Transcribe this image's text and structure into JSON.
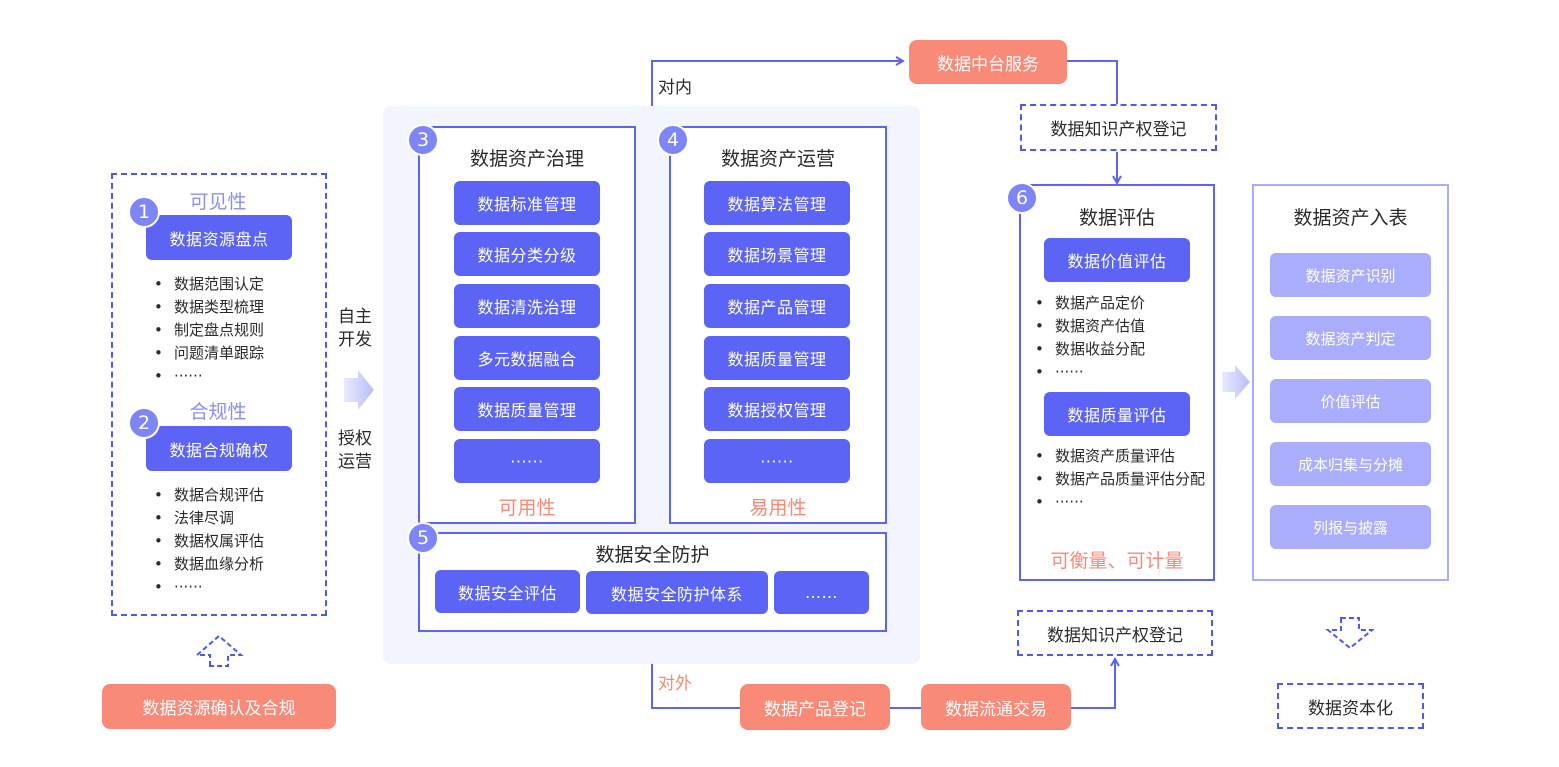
{
  "colors": {
    "primary": "#5b64f5",
    "primary_light": "#a9adfb",
    "accent_orange": "#fa8a78",
    "badge": "#7d85f7",
    "panel_bg": "#f3f5fe"
  },
  "stage1": {
    "section_visibility": {
      "badge": "1",
      "label": "可见性",
      "button": "数据资源盘点",
      "bullets": [
        "数据范围认定",
        "数据类型梳理",
        "制定盘点规则",
        "问题清单跟踪",
        "······"
      ]
    },
    "section_compliance": {
      "badge": "2",
      "label": "合规性",
      "button": "数据合规确权",
      "bullets": [
        "数据合规评估",
        "法律尽调",
        "数据权属评估",
        "数据血缘分析",
        "······"
      ]
    },
    "footer_button": "数据资源确认及合规"
  },
  "connector_left": {
    "top_text": "自主开发",
    "top_line1": "自主",
    "top_line2": "开发",
    "bottom_line1": "授权",
    "bottom_line2": "运营"
  },
  "governance": {
    "badge": "3",
    "title": "数据资产治理",
    "items": [
      "数据标准管理",
      "数据分类分级",
      "数据清洗治理",
      "多元数据融合",
      "数据质量管理",
      "······"
    ],
    "property": "可用性"
  },
  "operation": {
    "badge": "4",
    "title": "数据资产运营",
    "items": [
      "数据算法管理",
      "数据场景管理",
      "数据产品管理",
      "数据质量管理",
      "数据授权管理",
      "······"
    ],
    "property": "易用性"
  },
  "security": {
    "badge": "5",
    "title": "数据安全防护",
    "items": [
      "数据安全评估",
      "数据安全防护体系",
      "……"
    ]
  },
  "flow_top": {
    "label": "对内",
    "service": "数据中台服务",
    "ip_registration": "数据知识产权登记"
  },
  "flow_bottom": {
    "label": "对外",
    "product_registration": "数据产品登记",
    "circulation": "数据流通交易",
    "ip_registration": "数据知识产权登记"
  },
  "evaluation": {
    "badge": "6",
    "title": "数据评估",
    "value_button": "数据价值评估",
    "value_bullets": [
      "数据产品定价",
      "数据资产估值",
      "数据收益分配",
      "······"
    ],
    "quality_button": "数据质量评估",
    "quality_bullets": [
      "数据资产质量评估",
      "数据产品质量评估分配",
      "······"
    ],
    "property": "可衡量、可计量"
  },
  "on_balance_sheet": {
    "title": "数据资产入表",
    "items": [
      "数据资产识别",
      "数据资产判定",
      "价值评估",
      "成本归集与分摊",
      "列报与披露"
    ]
  },
  "capitalization": "数据资本化"
}
